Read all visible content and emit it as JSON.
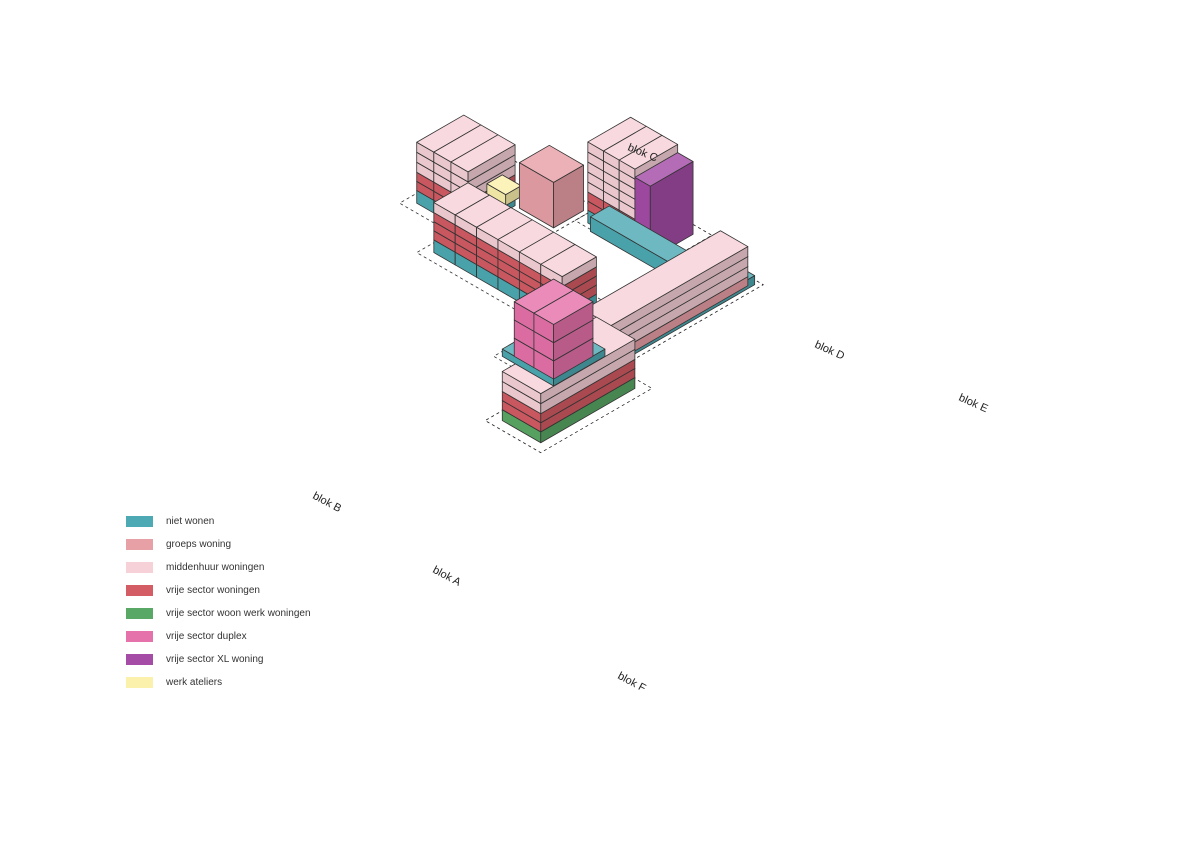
{
  "blocks": [
    {
      "id": "A",
      "label": "blok A"
    },
    {
      "id": "B",
      "label": "blok B"
    },
    {
      "id": "C",
      "label": "blok C"
    },
    {
      "id": "D",
      "label": "blok D"
    },
    {
      "id": "E",
      "label": "blok E"
    },
    {
      "id": "F",
      "label": "blok F"
    }
  ],
  "legend": [
    {
      "key": "niet-wonen",
      "label": "niet wonen",
      "color": "#4da9b3"
    },
    {
      "key": "groeps-woning",
      "label": "groeps woning",
      "color": "#e8a0a7"
    },
    {
      "key": "middenhuur-woningen",
      "label": "middenhuur woningen",
      "color": "#f6d1d8"
    },
    {
      "key": "vrije-sector-woningen",
      "label": "vrije sector woningen",
      "color": "#d45c64"
    },
    {
      "key": "vrije-sector-woon-werk-woningen",
      "label": "vrije sector woon werk woningen",
      "color": "#5aa865"
    },
    {
      "key": "vrije-sector-duplex",
      "label": "vrije sector duplex",
      "color": "#e672ab"
    },
    {
      "key": "vrije-sector-xl-woning",
      "label": "vrije sector XL woning",
      "color": "#a44ca6"
    },
    {
      "key": "werk-ateliers",
      "label": "werk ateliers",
      "color": "#fbf0ac"
    }
  ]
}
